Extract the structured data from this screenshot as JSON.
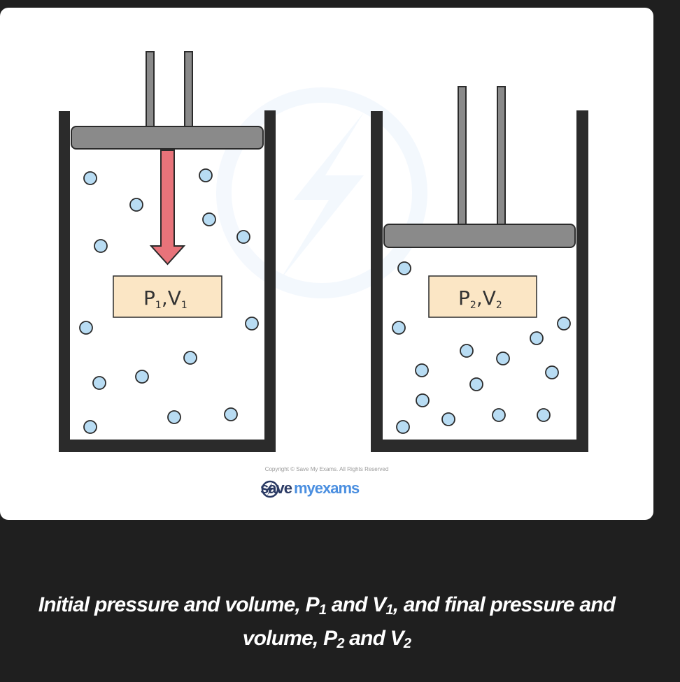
{
  "diagram": {
    "left_cylinder": {
      "label_p": "P",
      "label_p_sub": "1",
      "label_sep": ",",
      "label_v": "V",
      "label_v_sub": "1"
    },
    "right_cylinder": {
      "label_p": "P",
      "label_p_sub": "2",
      "label_sep": ",",
      "label_v": "V",
      "label_v_sub": "2"
    },
    "colors": {
      "wall": "#2b2b2b",
      "piston": "#8a8a8a",
      "arrow": "#e8737a",
      "label_box": "#fbe6c5",
      "particle": "#b8dcf3"
    }
  },
  "copyright": "Copyright © Save My Exams. All Rights Reserved",
  "logo": {
    "save": "save",
    "rest": "myexams"
  },
  "caption": {
    "part1": "Initial pressure and volume, P",
    "sub1": "1",
    "part2": " and V",
    "sub2": "1",
    "part3": ", and final pressure and volume, P",
    "sub3": "2",
    "part4": " and V",
    "sub4": "2"
  }
}
